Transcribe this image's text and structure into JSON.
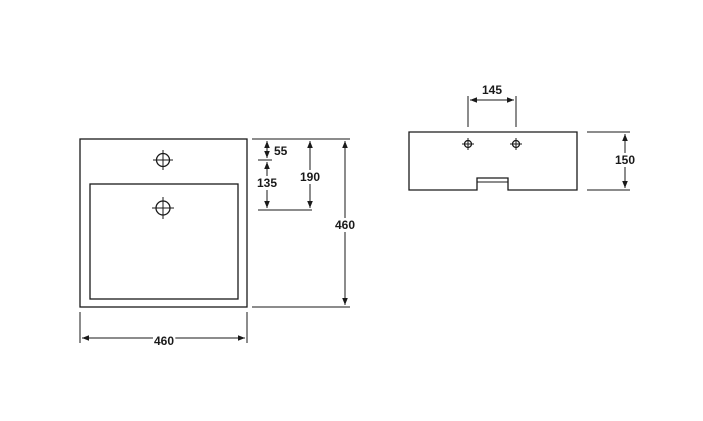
{
  "dimensions": {
    "top_width": "460",
    "top_depth": "460",
    "tap_offset": "55",
    "basin_offset": "135",
    "drain_offset": "190",
    "tap_spacing": "145",
    "front_height": "150"
  }
}
